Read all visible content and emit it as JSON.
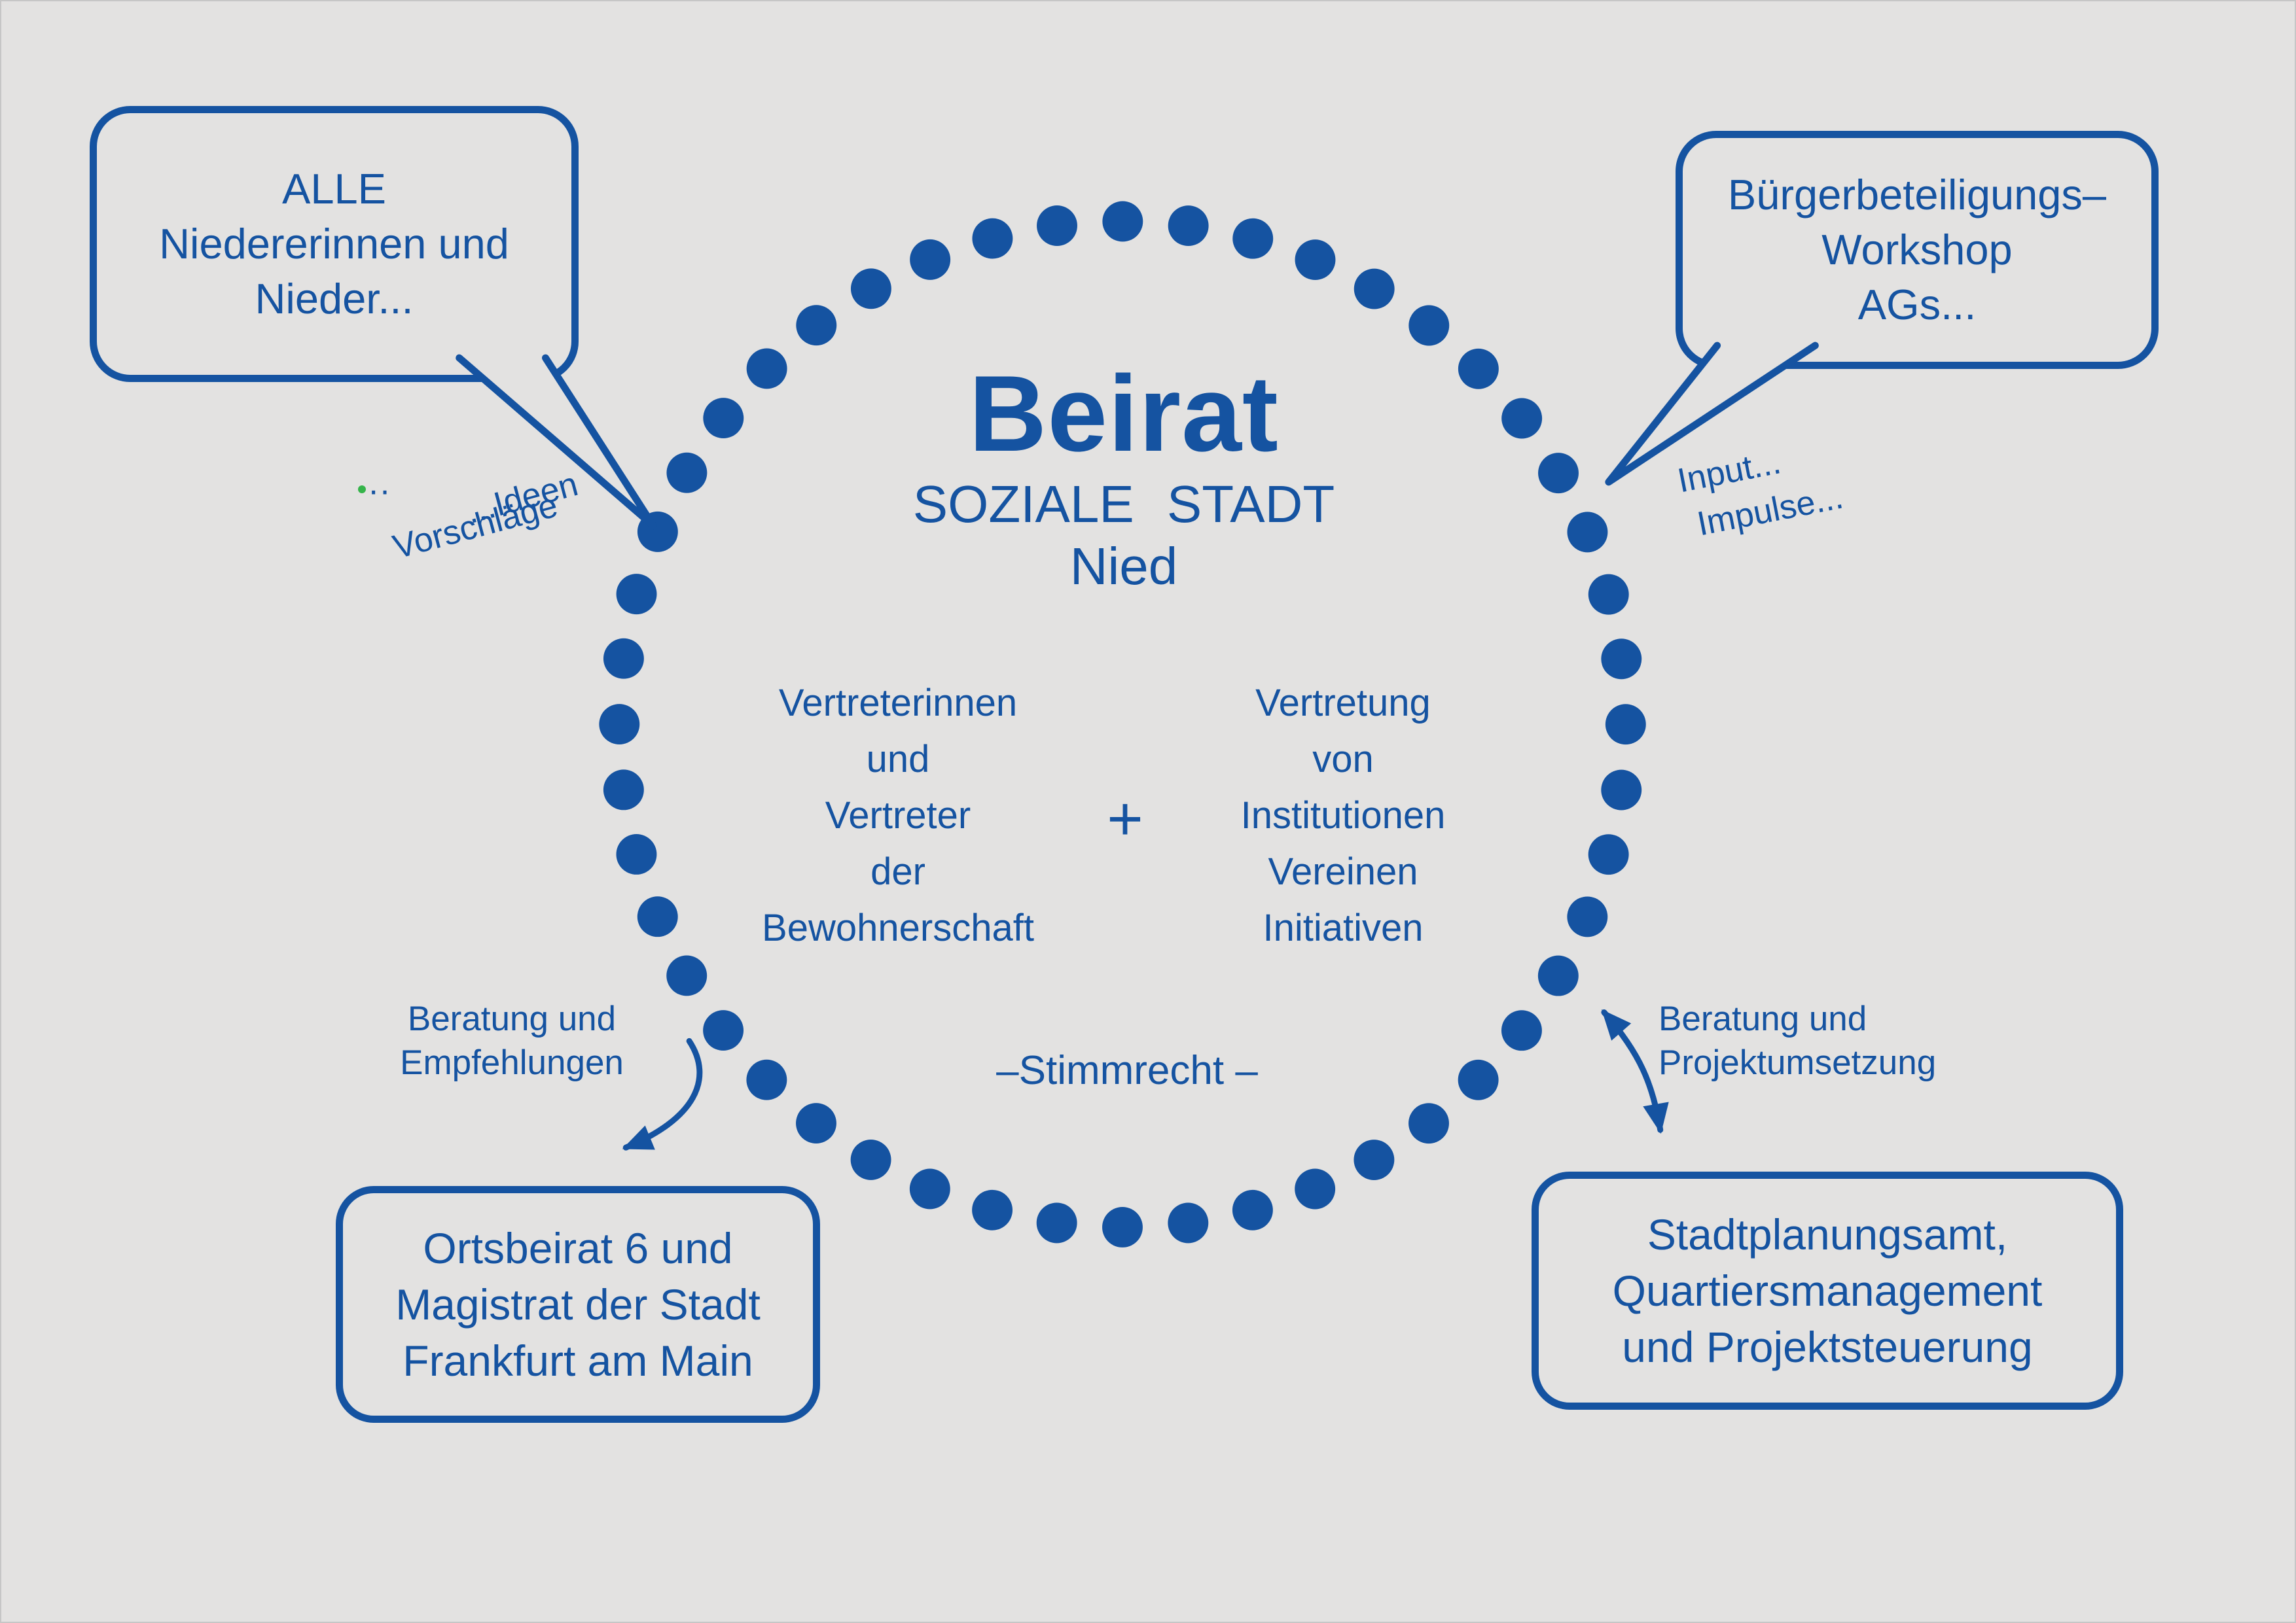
{
  "colors": {
    "accent": "#1553a1",
    "background": "#e3e2e1",
    "stray_dot_green": "#35b44a"
  },
  "center": {
    "title": "Beirat",
    "subtitle": "SOZIALE STADT",
    "place": "Nied",
    "left_column": [
      "Vertreterinnen",
      "und",
      "Vertreter",
      "der",
      "Bewohnerschaft"
    ],
    "plus": "+",
    "right_column": [
      "Vertretung",
      "von",
      "Institutionen",
      "Vereinen",
      "Initiativen"
    ],
    "voting_note": "–Stimmrecht –"
  },
  "bubble_top_left": {
    "lines": [
      "ALLE",
      "Niedererinnen und",
      "Nieder..."
    ]
  },
  "bubble_top_right": {
    "lines": [
      "Bürgerbeteiligungs–",
      "Workshop",
      "AGs..."
    ]
  },
  "label_ideen": "...Ideen",
  "label_vorschlaege": "Vorschläge",
  "label_stray_dots": "··",
  "label_input": "Input...",
  "label_impulse": "Impulse...",
  "label_left_arrow": {
    "lines": [
      "Beratung und",
      "Empfehlungen"
    ]
  },
  "label_right_arrow": {
    "lines": [
      "Beratung und",
      "Projektumsetzung"
    ]
  },
  "box_bottom_left": {
    "lines": [
      "Ortsbeirat 6 und",
      "Magistrat der Stadt",
      "Frankfurt am Main"
    ]
  },
  "box_bottom_right": {
    "lines": [
      "Stadtplanungsamt,",
      "Quartiersmanagement",
      "und Projektsteuerung"
    ]
  }
}
